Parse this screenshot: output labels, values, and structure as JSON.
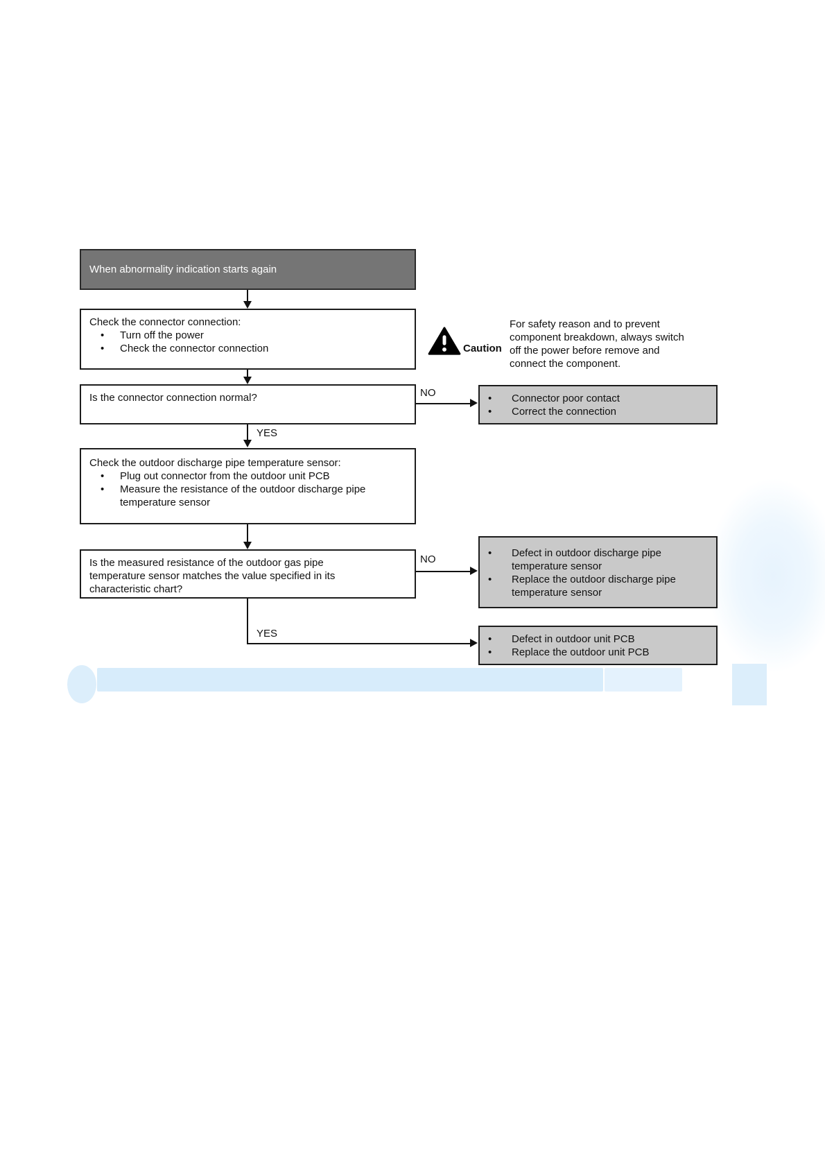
{
  "colors": {
    "box_dark_bg": "#757575",
    "box_gray_bg": "#c9c9c9",
    "box_border": "#1c1c1c",
    "watermark_blue": "#d7ecfb"
  },
  "glyphs": {
    "bullet": "•"
  },
  "flowchart": {
    "start": {
      "label": "When abnormality indication starts again"
    },
    "check_connector": {
      "title": "Check the connector connection:",
      "bullets": [
        "Turn off the power",
        "Check the connector connection"
      ]
    },
    "caution": {
      "label": "Caution",
      "text": "For safety reason and to prevent component breakdown, always switch off the power before remove and connect the component."
    },
    "q_connector": {
      "question": "Is the connector connection normal?",
      "no": "NO",
      "yes": "YES"
    },
    "result_connector": {
      "bullets": [
        "Connector poor contact",
        "Correct the connection"
      ]
    },
    "check_sensor": {
      "title": "Check the outdoor discharge pipe temperature sensor:",
      "bullets": [
        "Plug out connector from the outdoor unit PCB",
        "Measure the resistance of the outdoor discharge pipe temperature sensor"
      ]
    },
    "q_resistance": {
      "question": "Is the measured resistance of the outdoor gas pipe temperature sensor matches the value specified in its characteristic chart?",
      "no": "NO",
      "yes": "YES"
    },
    "result_sensor": {
      "bullets": [
        "Defect in outdoor discharge pipe temperature sensor",
        "Replace the outdoor discharge pipe temperature sensor"
      ]
    },
    "result_pcb": {
      "bullets": [
        "Defect in outdoor unit PCB",
        "Replace the outdoor unit PCB"
      ]
    }
  }
}
